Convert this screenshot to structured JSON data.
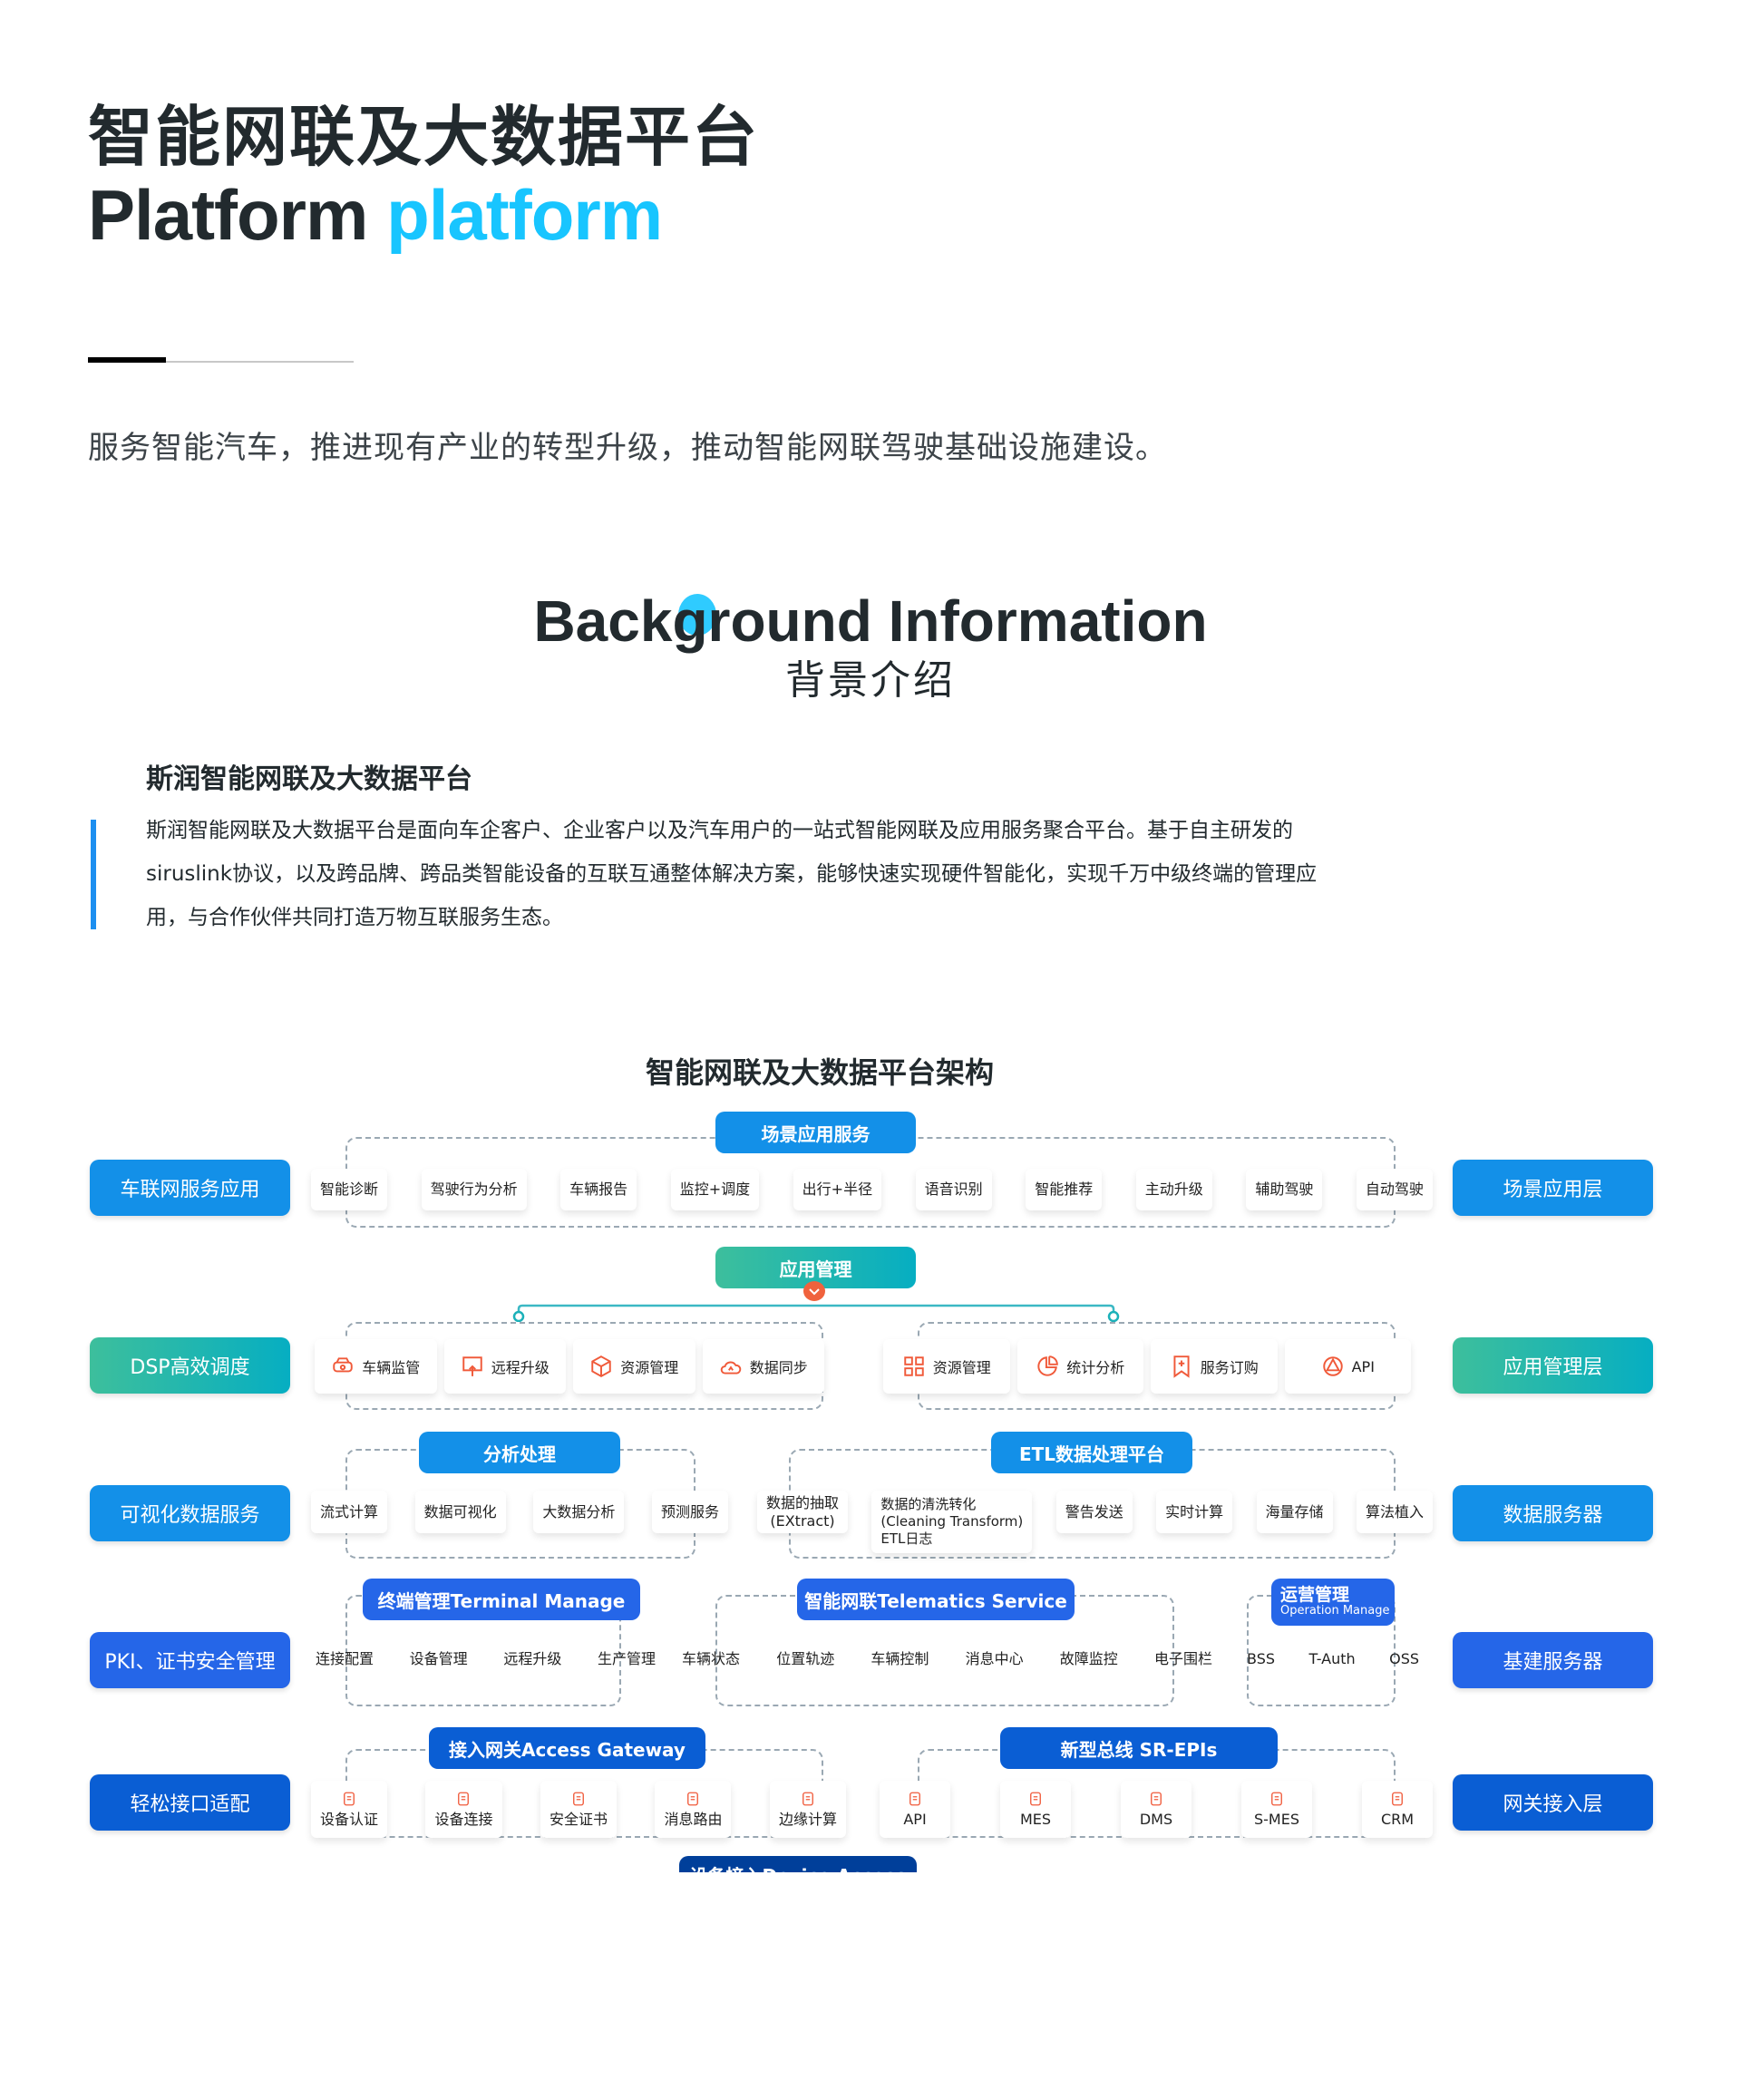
{
  "header": {
    "title_cn": "智能网联及大数据平台",
    "title_en_dark": "Platform",
    "title_en_accent": "platform",
    "subtitle": "服务智能汽车，推进现有产业的转型升级，推动智能网联驾驶基础设施建设。"
  },
  "background": {
    "title_en": "Background Information",
    "title_cn": "背景介绍",
    "section_title": "斯润智能网联及大数据平台",
    "paragraph": "斯润智能网联及大数据平台是面向车企客户、企业客户以及汽车用户的一站式智能网联及应用服务聚合平台。基于自主研发的 siruslink协议，以及跨品牌、跨品类智能设备的互联互通整体解决方案，能够快速实现硬件智能化，实现千万中级终端的管理应用，与合作伙伴共同打造万物互联服务生态。"
  },
  "colors": {
    "accent": "#18c5ff",
    "blue": "#1390e8",
    "teal_start": "#3dbf9c",
    "teal_end": "#06aec2",
    "royal": "#2566e8",
    "deep": "#0a5ed4",
    "navy": "#003f9a",
    "icon": "#f05a3a"
  },
  "diagram": {
    "title": "智能网联及大数据平台架构",
    "rows": [
      {
        "left": "车联网服务应用",
        "right": "场景应用层",
        "groups": [
          {
            "header": "场景应用服务",
            "items": [
              "智能诊断",
              "驾驶行为分析",
              "车辆报告",
              "监控+调度",
              "出行+半径",
              "语音识别",
              "智能推荐",
              "主动升级",
              "辅助驾驶",
              "自动驾驶"
            ]
          }
        ]
      },
      {
        "left": "DSP高效调度",
        "right": "应用管理层",
        "header": "应用管理",
        "groups": [
          {
            "items": [
              {
                "icon": "car-monitor-icon",
                "label": "车辆监管"
              },
              {
                "icon": "remote-upgrade-icon",
                "label": "远程升级"
              },
              {
                "icon": "resource-box-icon",
                "label": "资源管理"
              },
              {
                "icon": "cloud-sync-icon",
                "label": "数据同步"
              }
            ]
          },
          {
            "items": [
              {
                "icon": "grid-icon",
                "label": "资源管理"
              },
              {
                "icon": "pie-chart-icon",
                "label": "统计分析"
              },
              {
                "icon": "bookmark-plus-icon",
                "label": "服务订购"
              },
              {
                "icon": "api-icon",
                "label": "API"
              }
            ]
          }
        ]
      },
      {
        "left": "可视化数据服务",
        "right": "数据服务器",
        "groups": [
          {
            "header": "分析处理",
            "items": [
              "流式计算",
              "数据可视化",
              "大数据分析",
              "预测服务"
            ]
          },
          {
            "header": "ETL数据处理平台",
            "items": [
              "数据的抽取\n(EXtract)",
              "数据的清洗转化\n(Cleaning Transform)\nETL日志",
              "警告发送",
              "实时计算",
              "海量存储",
              "算法植入"
            ]
          }
        ]
      },
      {
        "left": "PKI、证书安全管理",
        "right": "基建服务器",
        "groups": [
          {
            "header": "终端管理Terminal Manage",
            "items": [
              "连接配置",
              "设备管理",
              "远程升级",
              "生产管理"
            ]
          },
          {
            "header": "智能网联Telematics Service",
            "items": [
              "车辆状态",
              "位置轨迹",
              "车辆控制",
              "消息中心",
              "故障监控",
              "电子围栏"
            ]
          },
          {
            "header": "运营管理",
            "header_sub": "Operation Manage",
            "items": [
              "BSS",
              "T-Auth",
              "OSS"
            ]
          }
        ]
      },
      {
        "left": "轻松接口适配",
        "right": "网关接入层",
        "groups": [
          {
            "header": "接入网关Access Gateway",
            "items": [
              "设备认证",
              "设备连接",
              "安全证书",
              "消息路由",
              "边缘计算"
            ]
          },
          {
            "header": "新型总线 SR-EPIs",
            "items": [
              "API",
              "MES",
              "DMS",
              "S-MES",
              "CRM"
            ]
          }
        ]
      }
    ],
    "bottom_header": "设备接入Device Access"
  }
}
